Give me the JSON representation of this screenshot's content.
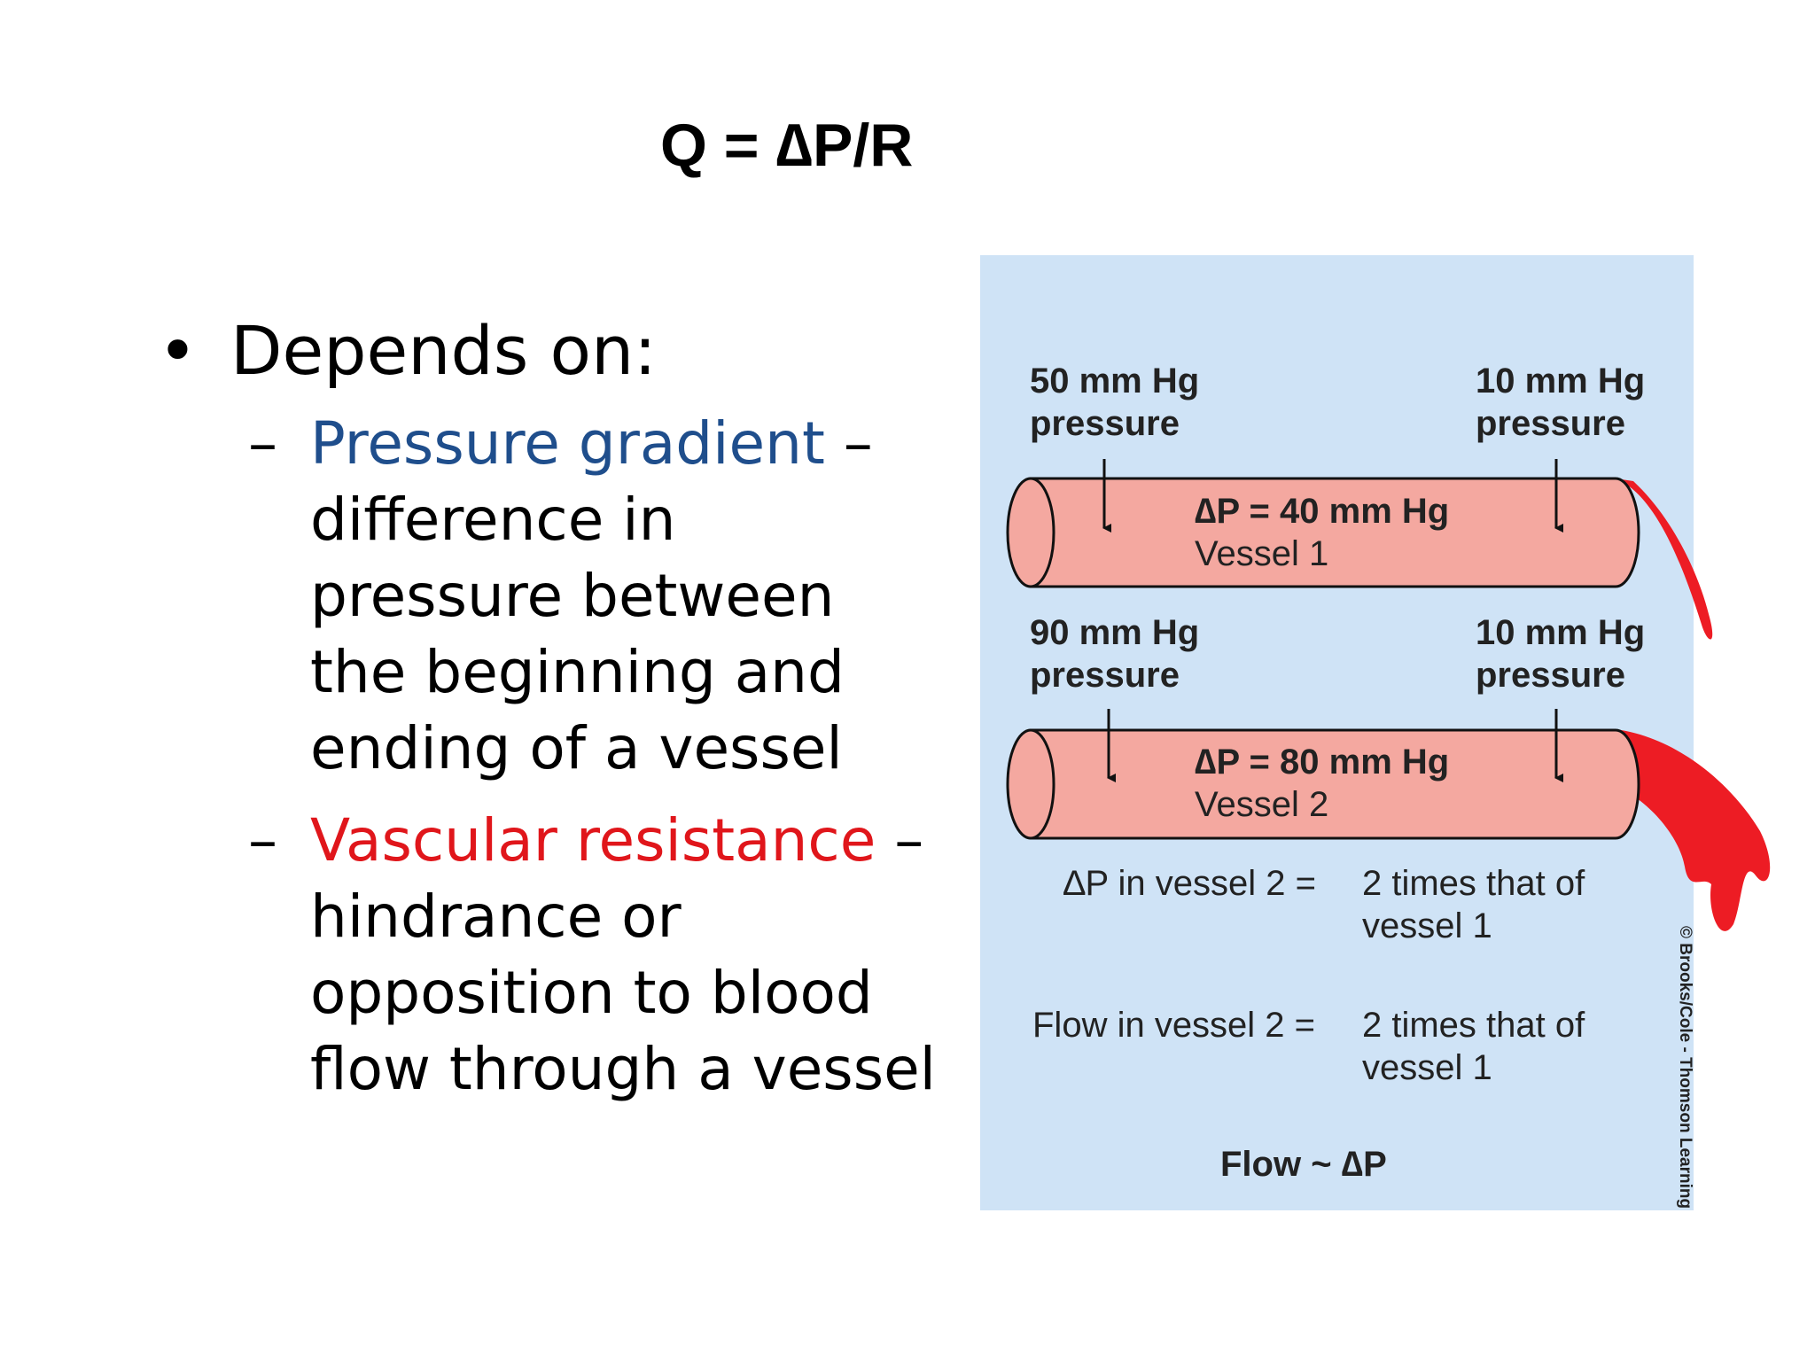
{
  "formula": "Q = ∆P/R",
  "bullets": {
    "main": "Depends on:",
    "items": [
      {
        "term": "Pressure gradient",
        "sep": " –",
        "lines": [
          "difference in",
          "pressure between",
          "the beginning and",
          "ending of a vessel"
        ]
      },
      {
        "term": "Vascular resistance",
        "sep": " –",
        "lines": [
          "hindrance or",
          "opposition to blood",
          "flow through a vessel"
        ]
      }
    ]
  },
  "figure": {
    "vessel1": {
      "left_value": "50 mm Hg",
      "left_unit": "pressure",
      "right_value": "10 mm Hg",
      "right_unit": "pressure",
      "delta": "∆P = 40 mm Hg",
      "name": "Vessel 1"
    },
    "vessel2": {
      "left_value": "90 mm Hg",
      "left_unit": "pressure",
      "right_value": "10 mm Hg",
      "right_unit": "pressure",
      "delta": "∆P = 80 mm Hg",
      "name": "Vessel 2"
    },
    "notes": {
      "dp_left": "∆P in vessel 2 =",
      "dp_right1": "2 times that of",
      "dp_right2": "vessel 1",
      "flow_left": "Flow in vessel 2 =",
      "flow_right1": "2 times that of",
      "flow_right2": "vessel 1",
      "summary": "Flow ~ ∆P"
    },
    "credit": "© Brooks/Cole - Thomson Learning",
    "colors": {
      "background": "#cfe3f6",
      "vessel": "#f4a8a0",
      "blood": "#ed1c24"
    }
  }
}
